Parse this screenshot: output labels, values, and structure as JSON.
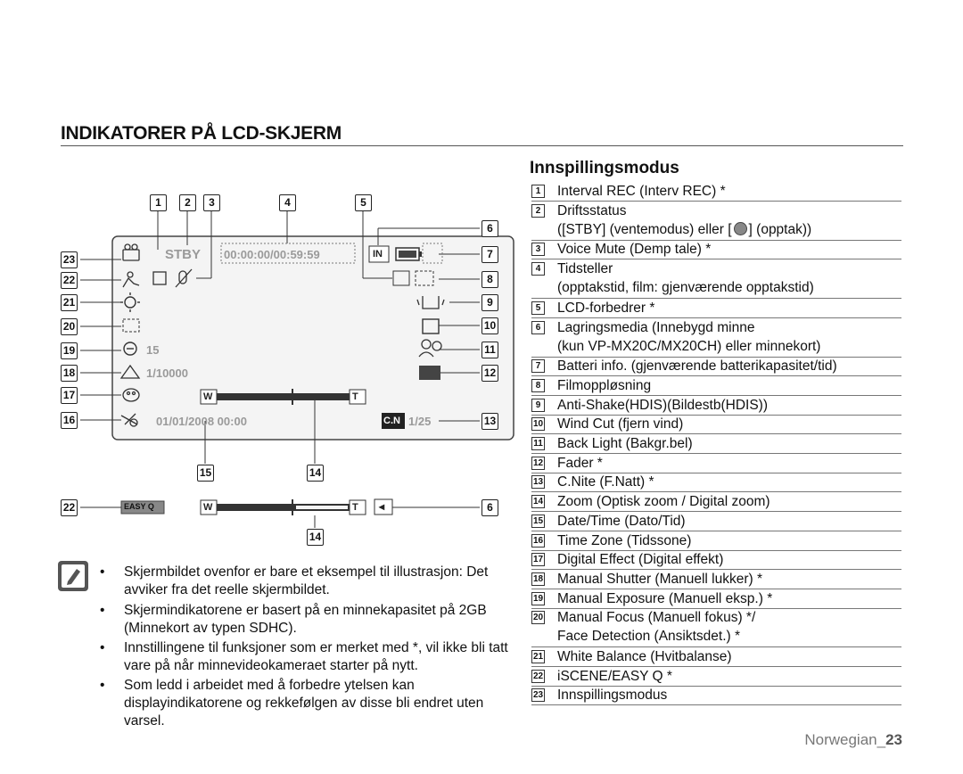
{
  "title": "INDIKATORER PÅ LCD-SKJERM",
  "section_heading": "Innspillingsmodus",
  "legend": [
    {
      "num": "1",
      "line1": "Interval REC (Interv REC) *"
    },
    {
      "num": "2",
      "line1": "Driftsstatus",
      "line2_pre": "([STBY] (ventemodus) eller [",
      "line2_post": "] (opptak))"
    },
    {
      "num": "3",
      "line1": "Voice Mute (Demp tale) *"
    },
    {
      "num": "4",
      "line1": "Tidsteller",
      "line2": "(opptakstid, film: gjenværende opptakstid)"
    },
    {
      "num": "5",
      "line1": "LCD-forbedrer *"
    },
    {
      "num": "6",
      "line1": "Lagringsmedia (Innebygd minne",
      "line2": "(kun VP-MX20C/MX20CH) eller minnekort)"
    },
    {
      "num": "7",
      "line1": "Batteri info. (gjenværende batterikapasitet/tid)"
    },
    {
      "num": "8",
      "line1": "Filmoppløsning"
    },
    {
      "num": "9",
      "line1": "Anti-Shake(HDIS)(Bildestb(HDIS))"
    },
    {
      "num": "10",
      "line1": "Wind Cut (fjern vind)"
    },
    {
      "num": "11",
      "line1": "Back Light (Bakgr.bel)"
    },
    {
      "num": "12",
      "line1": "Fader *"
    },
    {
      "num": "13",
      "line1": "C.Nite (F.Natt) *"
    },
    {
      "num": "14",
      "line1": "Zoom (Optisk zoom / Digital zoom)"
    },
    {
      "num": "15",
      "line1": "Date/Time (Dato/Tid)"
    },
    {
      "num": "16",
      "line1": "Time Zone (Tidssone)"
    },
    {
      "num": "17",
      "line1": "Digital Effect (Digital effekt)"
    },
    {
      "num": "18",
      "line1": "Manual Shutter (Manuell lukker) *"
    },
    {
      "num": "19",
      "line1": "Manual Exposure (Manuell eksp.) *"
    },
    {
      "num": "20",
      "line1": "Manual Focus (Manuell fokus) */",
      "line2": "Face Detection (Ansiktsdet.) *"
    },
    {
      "num": "21",
      "line1": "White Balance (Hvitbalanse)"
    },
    {
      "num": "22",
      "line1": "iSCENE/EASY Q *"
    },
    {
      "num": "23",
      "line1": "Innspillingsmodus"
    }
  ],
  "lcd": {
    "stby": "STBY",
    "counter": "00:00:00/00:59:59",
    "storage": "IN",
    "exposure_value": "15",
    "shutter_value": "1/10000",
    "zoom_w": "W",
    "zoom_t": "T",
    "datetime": "01/01/2008  00:00",
    "cnite": "C.N",
    "cnite_value": "1/25",
    "easyq": "EASY Q",
    "storage_card": "◂"
  },
  "callouts_top": [
    "1",
    "2",
    "3",
    "4",
    "5"
  ],
  "callouts_left": [
    "23",
    "22",
    "21",
    "20",
    "19",
    "18",
    "17",
    "16"
  ],
  "callouts_right": [
    "6",
    "7",
    "8",
    "9",
    "10",
    "11",
    "12",
    "13"
  ],
  "callouts_bottom": [
    "15",
    "14"
  ],
  "callouts_easy": {
    "left": "22",
    "right": "6",
    "bottom": "14"
  },
  "notes": [
    {
      "bullet": "•",
      "text": "Skjermbildet ovenfor er bare et eksempel til illustrasjon: Det avviker fra det reelle skjermbildet."
    },
    {
      "bullet": "•",
      "text": "Skjermindikatorene er basert på en minnekapasitet på 2GB (Minnekort av typen SDHC)."
    },
    {
      "bullet": "•",
      "text": "Innstillingene til funksjoner som er merket med *, vil ikke bli tatt vare på når minnevideokameraet starter på nytt."
    },
    {
      "bullet": "•",
      "text": "Som ledd i arbeidet med å forbedre ytelsen kan displayindikatorene og rekkefølgen av disse bli endret uten varsel."
    }
  ],
  "footer": {
    "lang": "Norwegian_",
    "page": "23"
  },
  "colors": {
    "lcd_bg": "#f2f2f2",
    "lcd_border": "#444444",
    "lcd_text": "#9a9a9a",
    "rule": "#555555"
  }
}
